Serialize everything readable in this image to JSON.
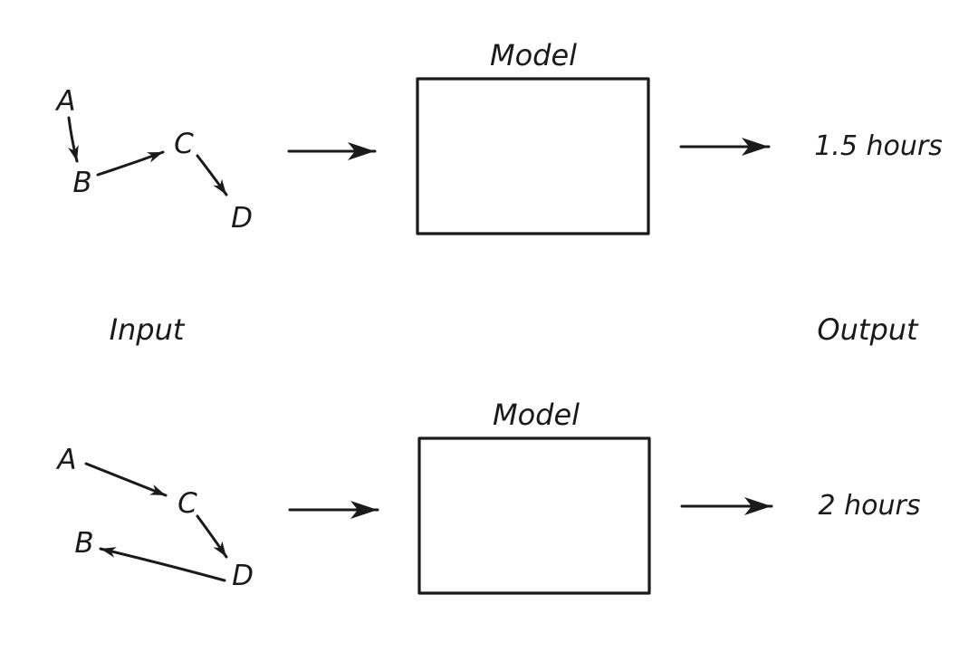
{
  "page": {
    "background_color": "#ffffff",
    "ink_color": "#1a1a1a"
  },
  "captions": {
    "input": "Input",
    "output": "Output"
  },
  "row1": {
    "model_label": "Model",
    "output_value": "1.5 hours",
    "graph": {
      "node_a": "A",
      "node_b": "B",
      "node_c": "C",
      "node_d": "D",
      "edges": [
        "A→B",
        "B→C",
        "C→D"
      ]
    }
  },
  "row2": {
    "model_label": "Model",
    "output_value": "2 hours",
    "graph": {
      "node_a": "A",
      "node_b": "B",
      "node_c": "C",
      "node_d": "D",
      "edges": [
        "A→C",
        "C→D",
        "D→B"
      ]
    }
  }
}
